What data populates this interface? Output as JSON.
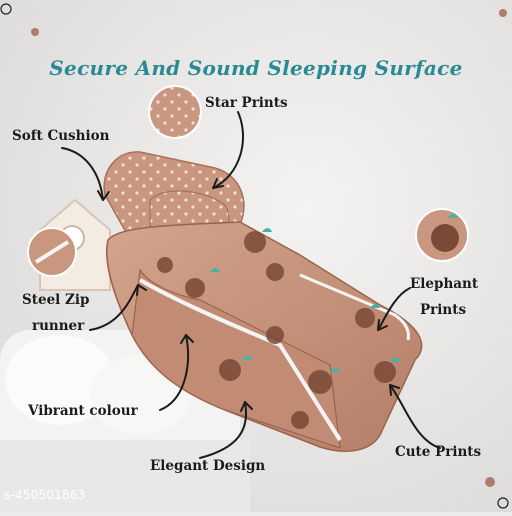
{
  "title": "Secure And Sound Sleeping Surface",
  "labels": {
    "star_prints": "Star Prints",
    "soft_cushion": "Soft Cushion",
    "steel_zip": "Steel Zip",
    "runner": "runner",
    "elephant": "Elephant",
    "prints": "Prints",
    "vibrant_colour": "Vibrant colour",
    "cute_prints": "Cute Prints",
    "elegant_design": "Elegant Design"
  },
  "product_id": "s-450501863",
  "colors": {
    "title": "#2a8a93",
    "fabric": "#c9967f",
    "fabric_dark": "#b37d66",
    "accent_teal": "#3fb5ad",
    "background": "#ecebea"
  }
}
